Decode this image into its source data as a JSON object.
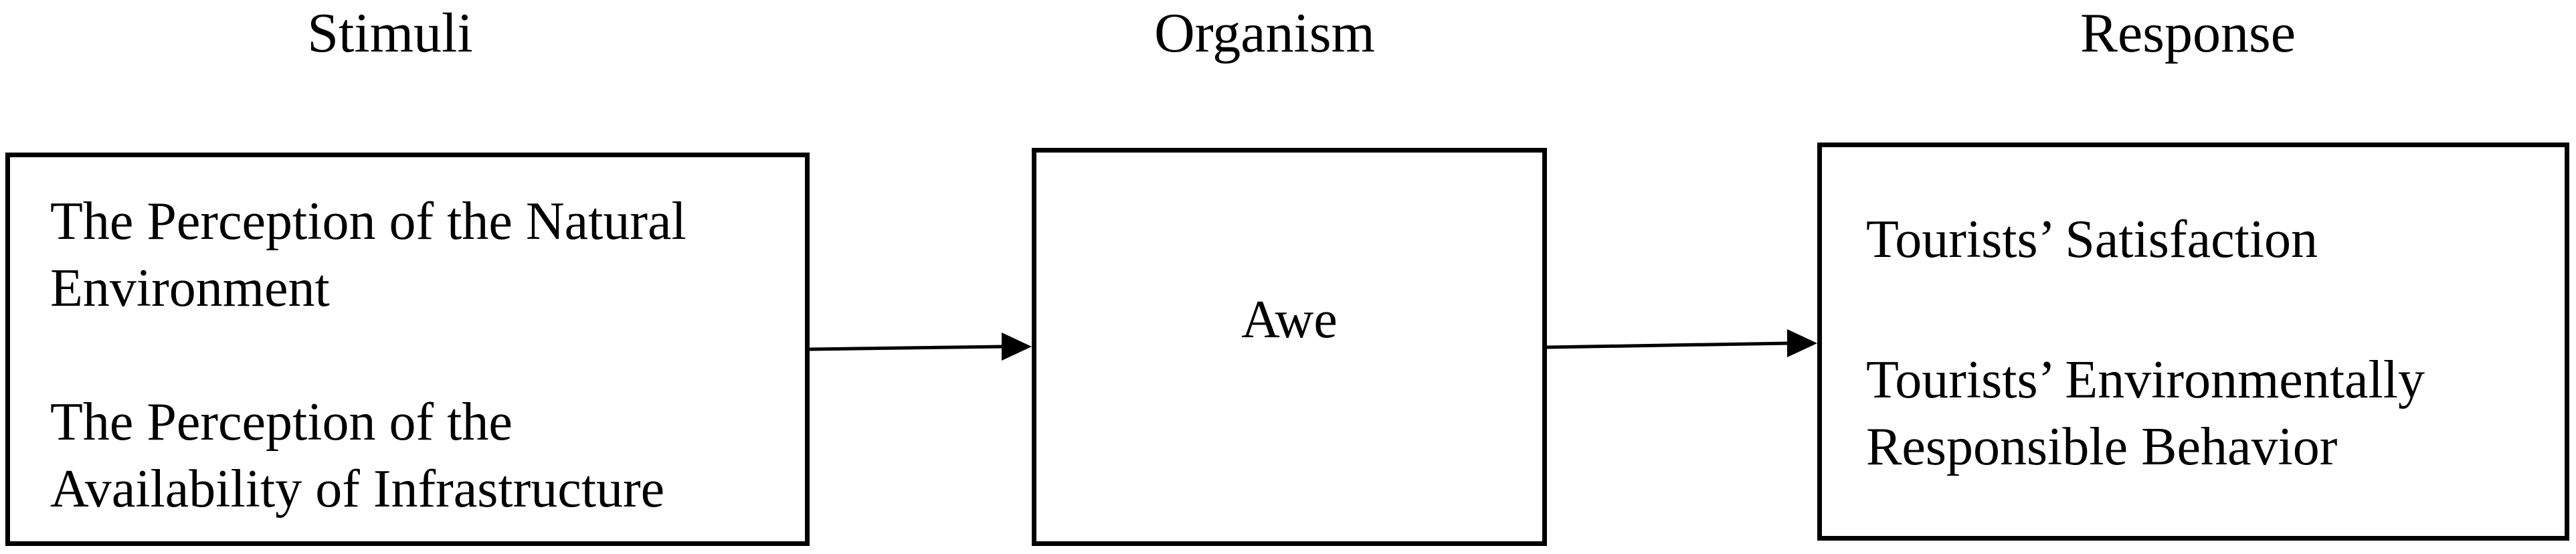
{
  "headings": {
    "stimuli": "Stimuli",
    "organism": "Organism",
    "response": "Response"
  },
  "stimuli_box": {
    "items": [
      [
        "The Perception of the Natural",
        "Environment"
      ],
      [
        "The Perception of the",
        "Availability of Infrastructure"
      ]
    ]
  },
  "organism_box": {
    "items": [
      "Awe"
    ]
  },
  "response_box": {
    "items": [
      [
        "Tourists’ Satisfaction"
      ],
      [
        "Tourists’ Environmentally",
        "Responsible Behavior"
      ]
    ]
  },
  "colors": {
    "line": "#000000",
    "background": "#ffffff"
  }
}
